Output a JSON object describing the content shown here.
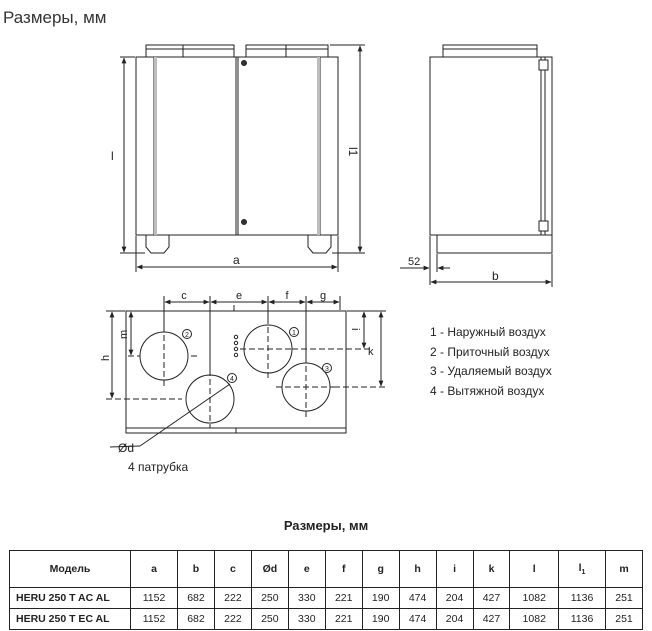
{
  "page_title": "Размеры, мм",
  "diagram": {
    "front_view": {
      "width_label": "a",
      "height_label_left": "l",
      "height_label_right": "l1"
    },
    "side_view": {
      "offset_value": "52",
      "width_label": "b"
    },
    "plan_view": {
      "top_labels": [
        "c",
        "e",
        "f",
        "g"
      ],
      "left_labels": [
        "h",
        "m"
      ],
      "right_labels": [
        "i",
        "k"
      ],
      "diameter_label": "Ød",
      "connections_note": "4 патрубка",
      "port_numbers": [
        "1",
        "2",
        "3",
        "4"
      ]
    },
    "legend": [
      "1 - Наружный воздух",
      "2 - Приточный воздух",
      "3 - Удаляемый воздух",
      "4 - Вытяжной воздух"
    ]
  },
  "table": {
    "title": "Размеры, мм",
    "headers": {
      "model": "Модель",
      "a": "a",
      "b": "b",
      "c": "c",
      "d": "Ød",
      "e": "e",
      "f": "f",
      "g": "g",
      "h": "h",
      "i": "i",
      "k": "k",
      "l": "l",
      "l1": "l",
      "l1_sub": "1",
      "m": "m"
    },
    "rows": [
      [
        "HERU 250 T AC AL",
        "1152",
        "682",
        "222",
        "250",
        "330",
        "221",
        "190",
        "474",
        "204",
        "427",
        "1082",
        "1136",
        "251"
      ],
      [
        "HERU 250 T EC AL",
        "1152",
        "682",
        "222",
        "250",
        "330",
        "221",
        "190",
        "474",
        "204",
        "427",
        "1082",
        "1136",
        "251"
      ]
    ]
  }
}
